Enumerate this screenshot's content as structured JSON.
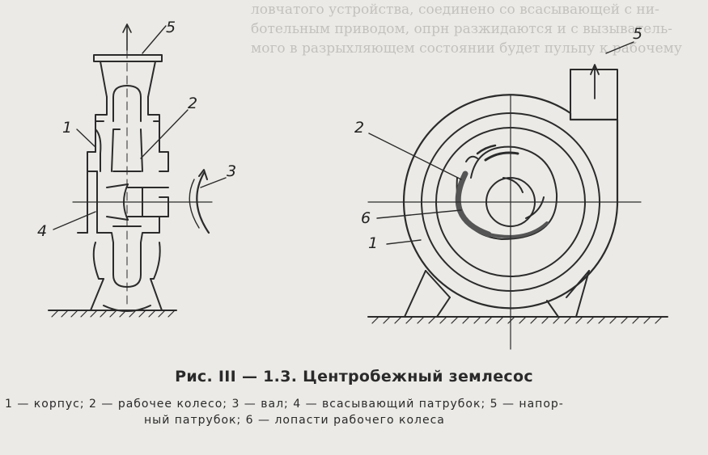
{
  "figure": {
    "title": "Рис. III — 1.3. Центробежный землесос",
    "legend_line1": "1 — корпус; 2 — рабочее колесо; 3 — вал; 4 — всасывающий патрубок; 5 — напор-",
    "legend_line2": "ный патрубок; 6 — лопасти рабочего колеса",
    "left_view_labels": [
      "1",
      "2",
      "3",
      "4",
      "5"
    ],
    "right_view_labels": [
      "1",
      "2",
      "5",
      "6"
    ]
  },
  "background_text": [
    "ловчатого устройства, соединено со всасывающей с ни-",
    "ботельным приводом, опрн разжидаются и с вызыватель-",
    "мого в разрыхляющем состоянии будет пульпу к рабочему"
  ]
}
